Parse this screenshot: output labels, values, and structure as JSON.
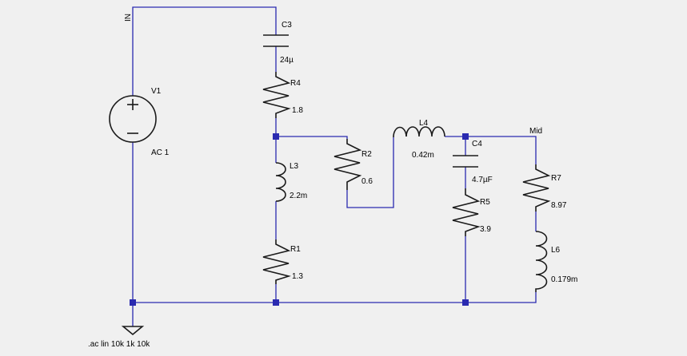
{
  "components": {
    "V1": {
      "name": "V1",
      "value": "AC 1"
    },
    "C3": {
      "name": "C3",
      "value": "24µ"
    },
    "R4": {
      "name": "R4",
      "value": "1.8"
    },
    "L3": {
      "name": "L3",
      "value": "2.2m"
    },
    "R1": {
      "name": "R1",
      "value": "1.3"
    },
    "R2": {
      "name": "R2",
      "value": "0.6"
    },
    "L4": {
      "name": "L4",
      "value": "0.42m"
    },
    "C4": {
      "name": "C4",
      "value": "4.7µF"
    },
    "R5": {
      "name": "R5",
      "value": "3.9"
    },
    "R7": {
      "name": "R7",
      "value": "8.97"
    },
    "L6": {
      "name": "L6",
      "value": "0.179m"
    }
  },
  "nets": {
    "in": "IN",
    "mid": "Mid"
  },
  "directive": ".ac lin 10k 1k 10k",
  "colors": {
    "wire": "#2a2ab0",
    "component": "#1a1a1a",
    "background": "#f0f0f0"
  }
}
